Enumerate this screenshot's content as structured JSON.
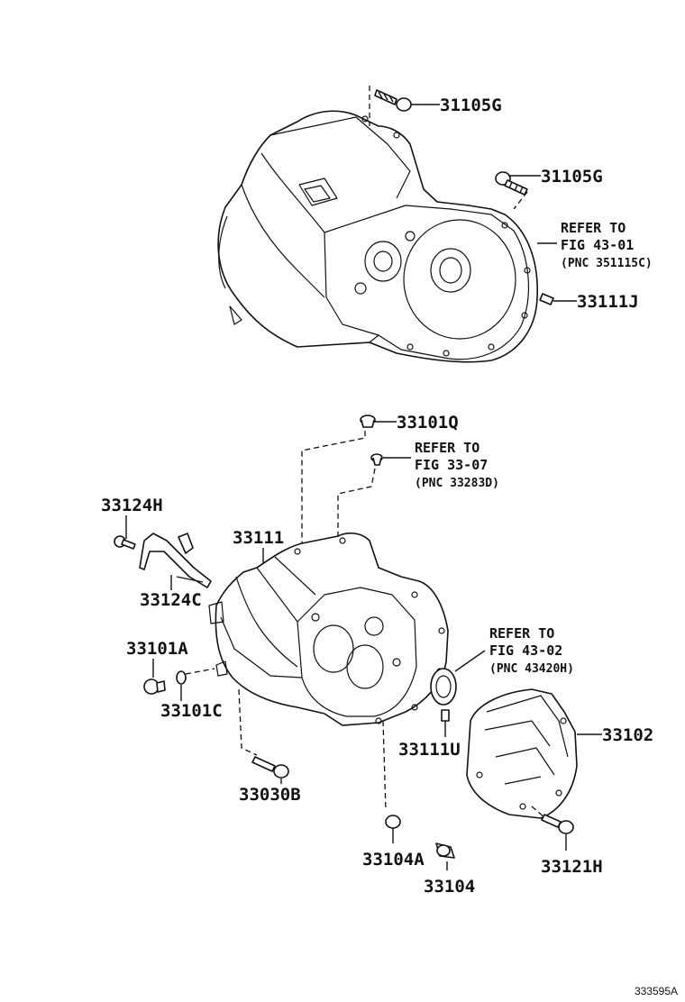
{
  "parts": {
    "p31105G_top": "31105G",
    "p31105G_mid": "31105G",
    "p33111J": "33111J",
    "p33101Q": "33101Q",
    "p33124H": "33124H",
    "p33111": "33111",
    "p33124C": "33124C",
    "p33101A": "33101A",
    "p33101C": "33101C",
    "p33030B": "33030B",
    "p33111U": "33111U",
    "p33102": "33102",
    "p33104A": "33104A",
    "p33104": "33104",
    "p33121H": "33121H"
  },
  "refs": {
    "fig4301": {
      "line1": "REFER TO",
      "line2": "FIG 43-01",
      "line3": "(PNC 351115C)"
    },
    "fig3307": {
      "line1": "REFER TO",
      "line2": "FIG 33-07",
      "line3": "(PNC 33283D)"
    },
    "fig4302": {
      "line1": "REFER TO",
      "line2": "FIG 43-02",
      "line3": "(PNC 43420H)"
    }
  },
  "footer": {
    "diagram_id": "333595A"
  }
}
